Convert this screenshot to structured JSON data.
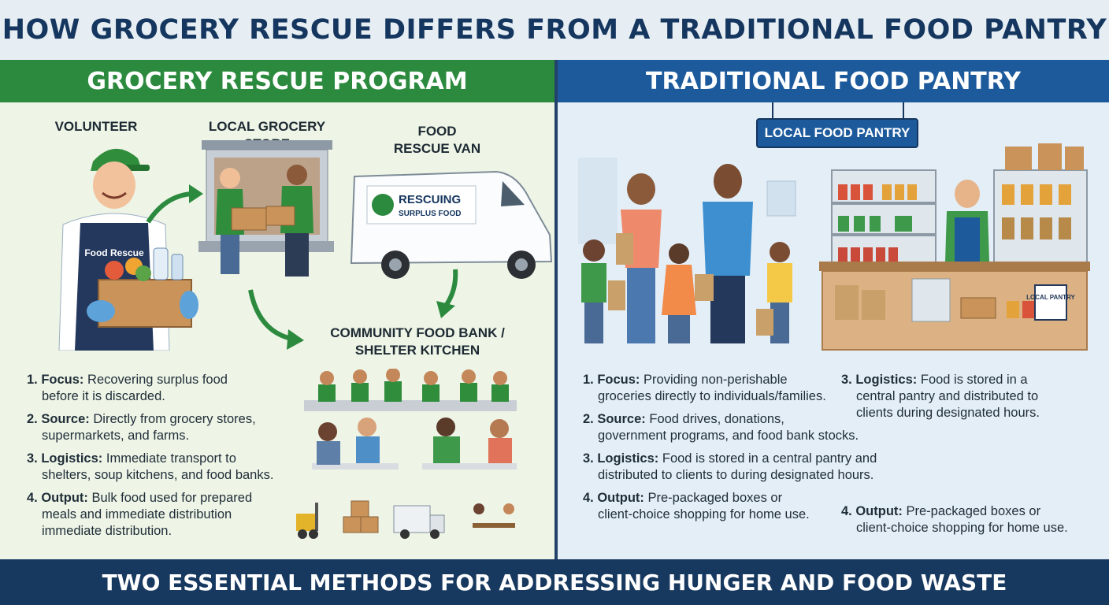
{
  "header": {
    "title": "HOW GROCERY RESCUE DIFFERS FROM A TRADITIONAL FOOD PANTRY"
  },
  "left": {
    "heading": "GROCERY RESCUE PROGRAM",
    "labels": {
      "volunteer": "VOLUNTEER",
      "store": "LOCAL GROCERY STORE",
      "van_line1": "FOOD",
      "van_line2": "RESCUE VAN",
      "bank_line1": "COMMUNITY FOOD BANK /",
      "bank_line2": "SHELTER KITCHEN",
      "apron": "Food Rescue",
      "van_sign_line1": "RESCUING",
      "van_sign_line2": "SURPLUS FOOD"
    },
    "items": [
      {
        "title": "1. Focus:",
        "line1": " Recovering surplus food",
        "line2": "before it is discarded."
      },
      {
        "title": "2. Source:",
        "line1": " Directly from grocery stores,",
        "line2": "supermarkets, and farms."
      },
      {
        "title": "3. Logistics:",
        "line1": " Immediate transport to",
        "line2": "shelters, soup kitchens, and food banks."
      },
      {
        "title": "4. Output:",
        "line1": " Bulk food used for prepared",
        "line2": "meals and immediate distribution",
        "line3": "immediate distribution."
      }
    ]
  },
  "right": {
    "heading": "TRADITIONAL FOOD PANTRY",
    "sign": "LOCAL FOOD PANTRY",
    "counter_sign": "LOCAL PANTRY",
    "col1": [
      {
        "title": "1. Focus:",
        "line1": " Providing non-perishable",
        "line2": "groceries directly to individuals/families."
      },
      {
        "title": "2. Source:",
        "line1": " Food drives, donations,",
        "line2": "government programs, and food bank stocks."
      },
      {
        "title": "3. Logistics:",
        "line1": " Food is stored in a central pantry and",
        "line2": "distributed to clients to during designated hours."
      },
      {
        "title": "4. Output:",
        "line1": " Pre-packaged boxes or",
        "line2": "client-choice shopping for home use."
      }
    ],
    "col2": [
      {
        "title": "3. Logistics:",
        "line1": " Food is stored in a",
        "line2": "central pantry and distributed to",
        "line3": "clients during designated hours."
      },
      {
        "title": "4. Output:",
        "line1": " Pre-packaged boxes or",
        "line2": "client-choice shopping for home use."
      }
    ]
  },
  "footer": {
    "text": "TWO ESSENTIAL METHODS FOR ADDRESSING HUNGER AND FOOD WASTE"
  },
  "colors": {
    "green": "#2c8a3e",
    "blue": "#1d5a9c",
    "navy": "#15365e"
  }
}
